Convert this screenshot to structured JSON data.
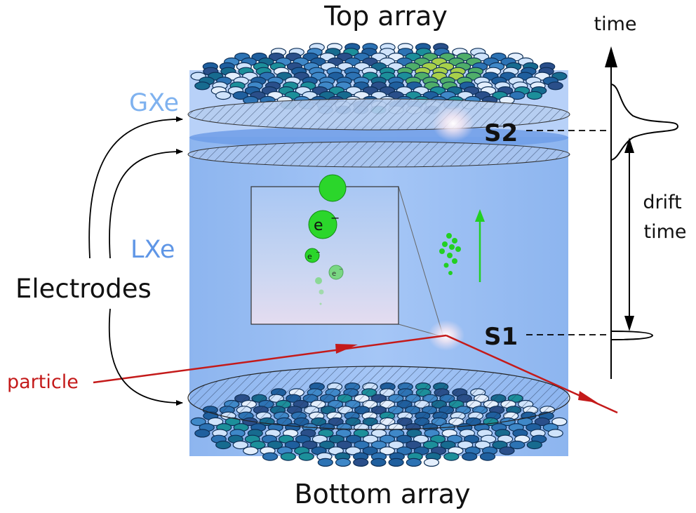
{
  "labels": {
    "top_array": "Top array",
    "bottom_array": "Bottom array",
    "gxe": "GXe",
    "lxe": "LXe",
    "electrodes": "Electrodes",
    "particle": "particle",
    "time": "time",
    "drift_line1": "drift",
    "drift_line2": "time",
    "s1": "S1",
    "s2": "S2",
    "electron": "e",
    "electron_sup": "−"
  },
  "colors": {
    "liquid": "#9cc0f5",
    "gas": "#c6dcfa",
    "gxe_label": "#7fb2ef",
    "lxe_label": "#5f96e6",
    "particle": "#c41a1a",
    "electron": "#2bd62b",
    "pmt_dark": "#1f5f9e",
    "pmt_light": "#cfe3fb"
  }
}
